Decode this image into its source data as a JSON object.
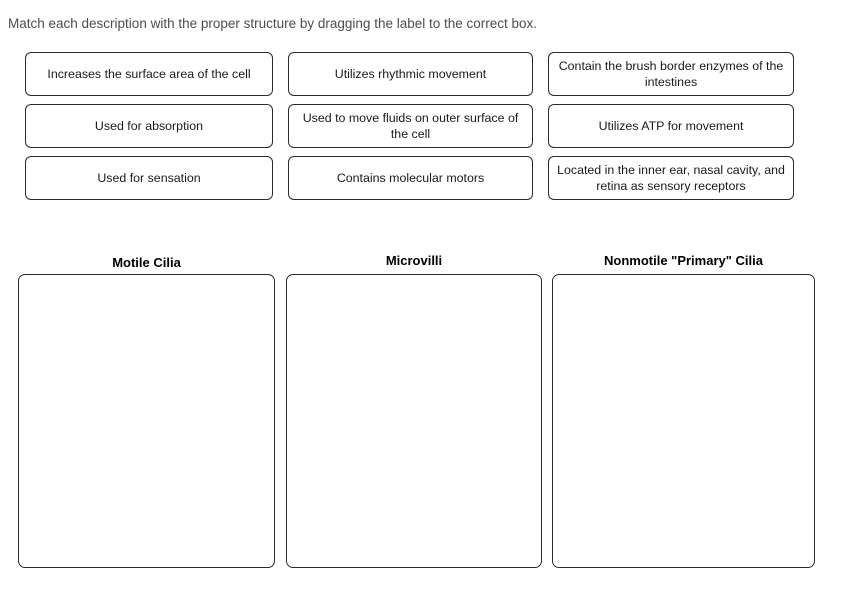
{
  "prompt": {
    "text": "Match each description with the proper structure by dragging the label to the correct box."
  },
  "labels": [
    {
      "id": "increases-surface-area",
      "text": "Increases the surface area of the cell",
      "column": 0,
      "row": 0
    },
    {
      "id": "utilizes-rhythmic-movement",
      "text": "Utilizes rhythmic movement",
      "column": 1,
      "row": 0
    },
    {
      "id": "brush-border-enzymes",
      "text": "Contain the brush border enzymes of the intestines",
      "column": 2,
      "row": 0
    },
    {
      "id": "used-for-absorption",
      "text": "Used for absorption",
      "column": 0,
      "row": 1
    },
    {
      "id": "move-fluids-outer-surface",
      "text": "Used to move fluids on outer surface of the cell",
      "column": 1,
      "row": 1
    },
    {
      "id": "utilizes-atp",
      "text": "Utilizes ATP for movement",
      "column": 2,
      "row": 1
    },
    {
      "id": "used-for-sensation",
      "text": "Used for sensation",
      "column": 0,
      "row": 2
    },
    {
      "id": "contains-molecular-motors",
      "text": "Contains molecular motors",
      "column": 1,
      "row": 2
    },
    {
      "id": "inner-ear-nasal-retina",
      "text": "Located in the inner ear, nasal cavity, and retina as sensory receptors",
      "column": 2,
      "row": 2
    }
  ],
  "categories": [
    {
      "id": "motile-cilia",
      "title": "Motile Cilia",
      "items": []
    },
    {
      "id": "microvilli",
      "title": "Microvilli",
      "items": []
    },
    {
      "id": "nonmotile-primary-cilia",
      "title": "Nonmotile \"Primary\" Cilia",
      "items": []
    }
  ],
  "colors": {
    "page_background": "#ffffff",
    "tile_border": "#2b2b2b",
    "tile_text": "#1a1a1a",
    "prompt_text": "#4d4d4d",
    "header_text": "#000000"
  }
}
